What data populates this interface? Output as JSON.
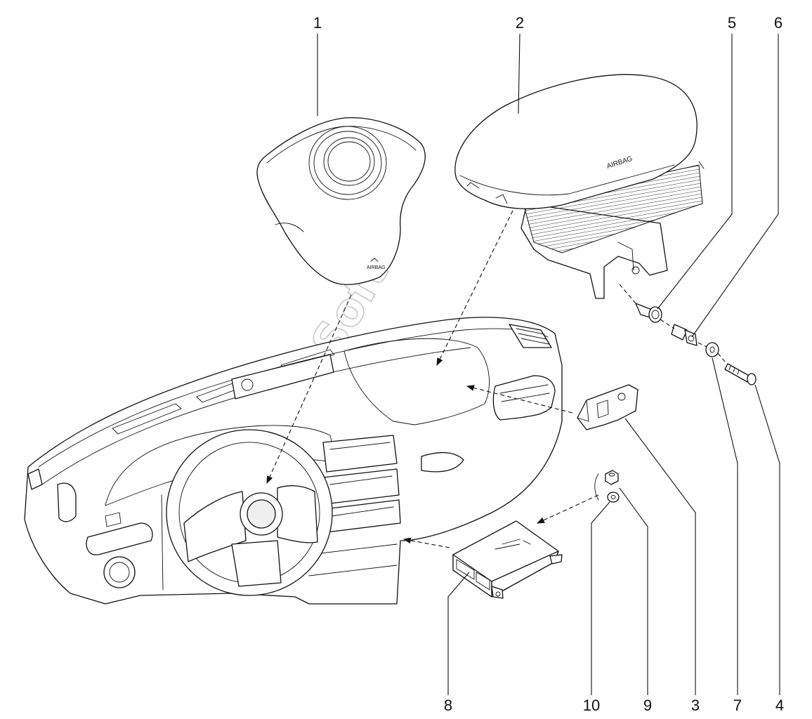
{
  "callouts": [
    {
      "id": "1",
      "label": "1"
    },
    {
      "id": "2",
      "label": "2"
    },
    {
      "id": "3",
      "label": "3"
    },
    {
      "id": "4",
      "label": "4"
    },
    {
      "id": "5",
      "label": "5"
    },
    {
      "id": "6",
      "label": "6"
    },
    {
      "id": "7",
      "label": "7"
    },
    {
      "id": "8",
      "label": "8"
    },
    {
      "id": "9",
      "label": "9"
    },
    {
      "id": "10",
      "label": "10"
    }
  ],
  "labels": {
    "driver_airbag_text": "AIRBAG",
    "passenger_airbag_text": "AIRBAG"
  },
  "watermark": "AutoSoft",
  "colors": {
    "line": "#111111",
    "background": "#ffffff",
    "watermark": "#c9c9c9"
  }
}
